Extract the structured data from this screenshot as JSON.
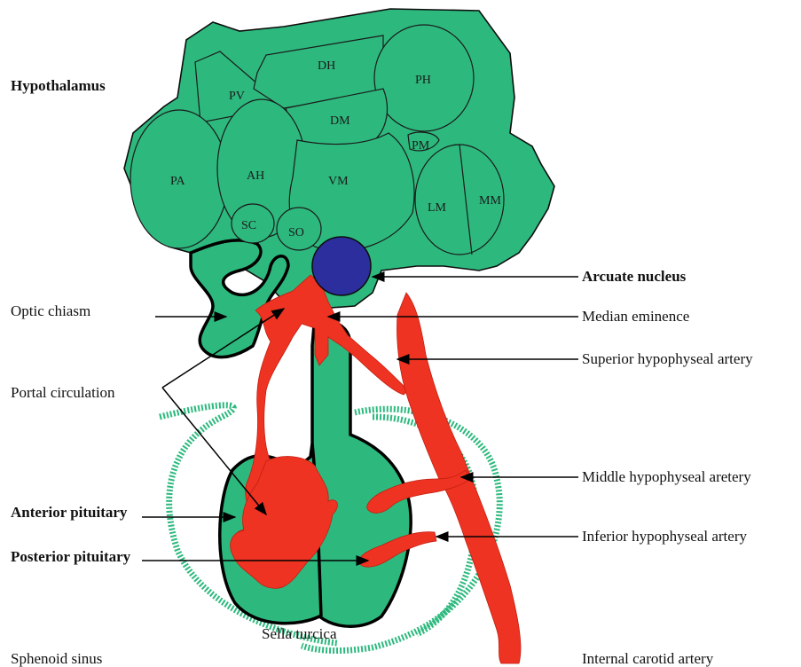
{
  "labels": {
    "hypothalamus": "Hypothalamus",
    "optic_chiasm": "Optic chiasm",
    "portal_circulation": "Portal circulation",
    "anterior_pituitary": "Anterior pituitary",
    "posterior_pituitary": "Posterior pituitary",
    "sphenoid_sinus": "Sphenoid sinus",
    "sella_turcica": "Sella turcica",
    "arcuate_nucleus": "Arcuate nucleus",
    "median_eminence": "Median eminence",
    "superior_hypophyseal_artery": "Superior hypophyseal artery",
    "middle_hypophyseal_artery": "Middle hypophyseal aretery",
    "inferior_hypophyseal_artery": "Inferior hypophyseal artery",
    "internal_carotid_artery": "Internal carotid artery"
  },
  "nuclei": {
    "pv": "PV",
    "dh": "DH",
    "ph": "PH",
    "dm": "DM",
    "pm": "PM",
    "pa": "PA",
    "ah": "AH",
    "vm": "VM",
    "lm": "LM",
    "mm": "MM",
    "sc": "SC",
    "so": "SO"
  },
  "colors": {
    "tissue_green": "#2db97e",
    "vessel_red": "#ee3322",
    "arcuate_blue": "#2b2e9c"
  }
}
